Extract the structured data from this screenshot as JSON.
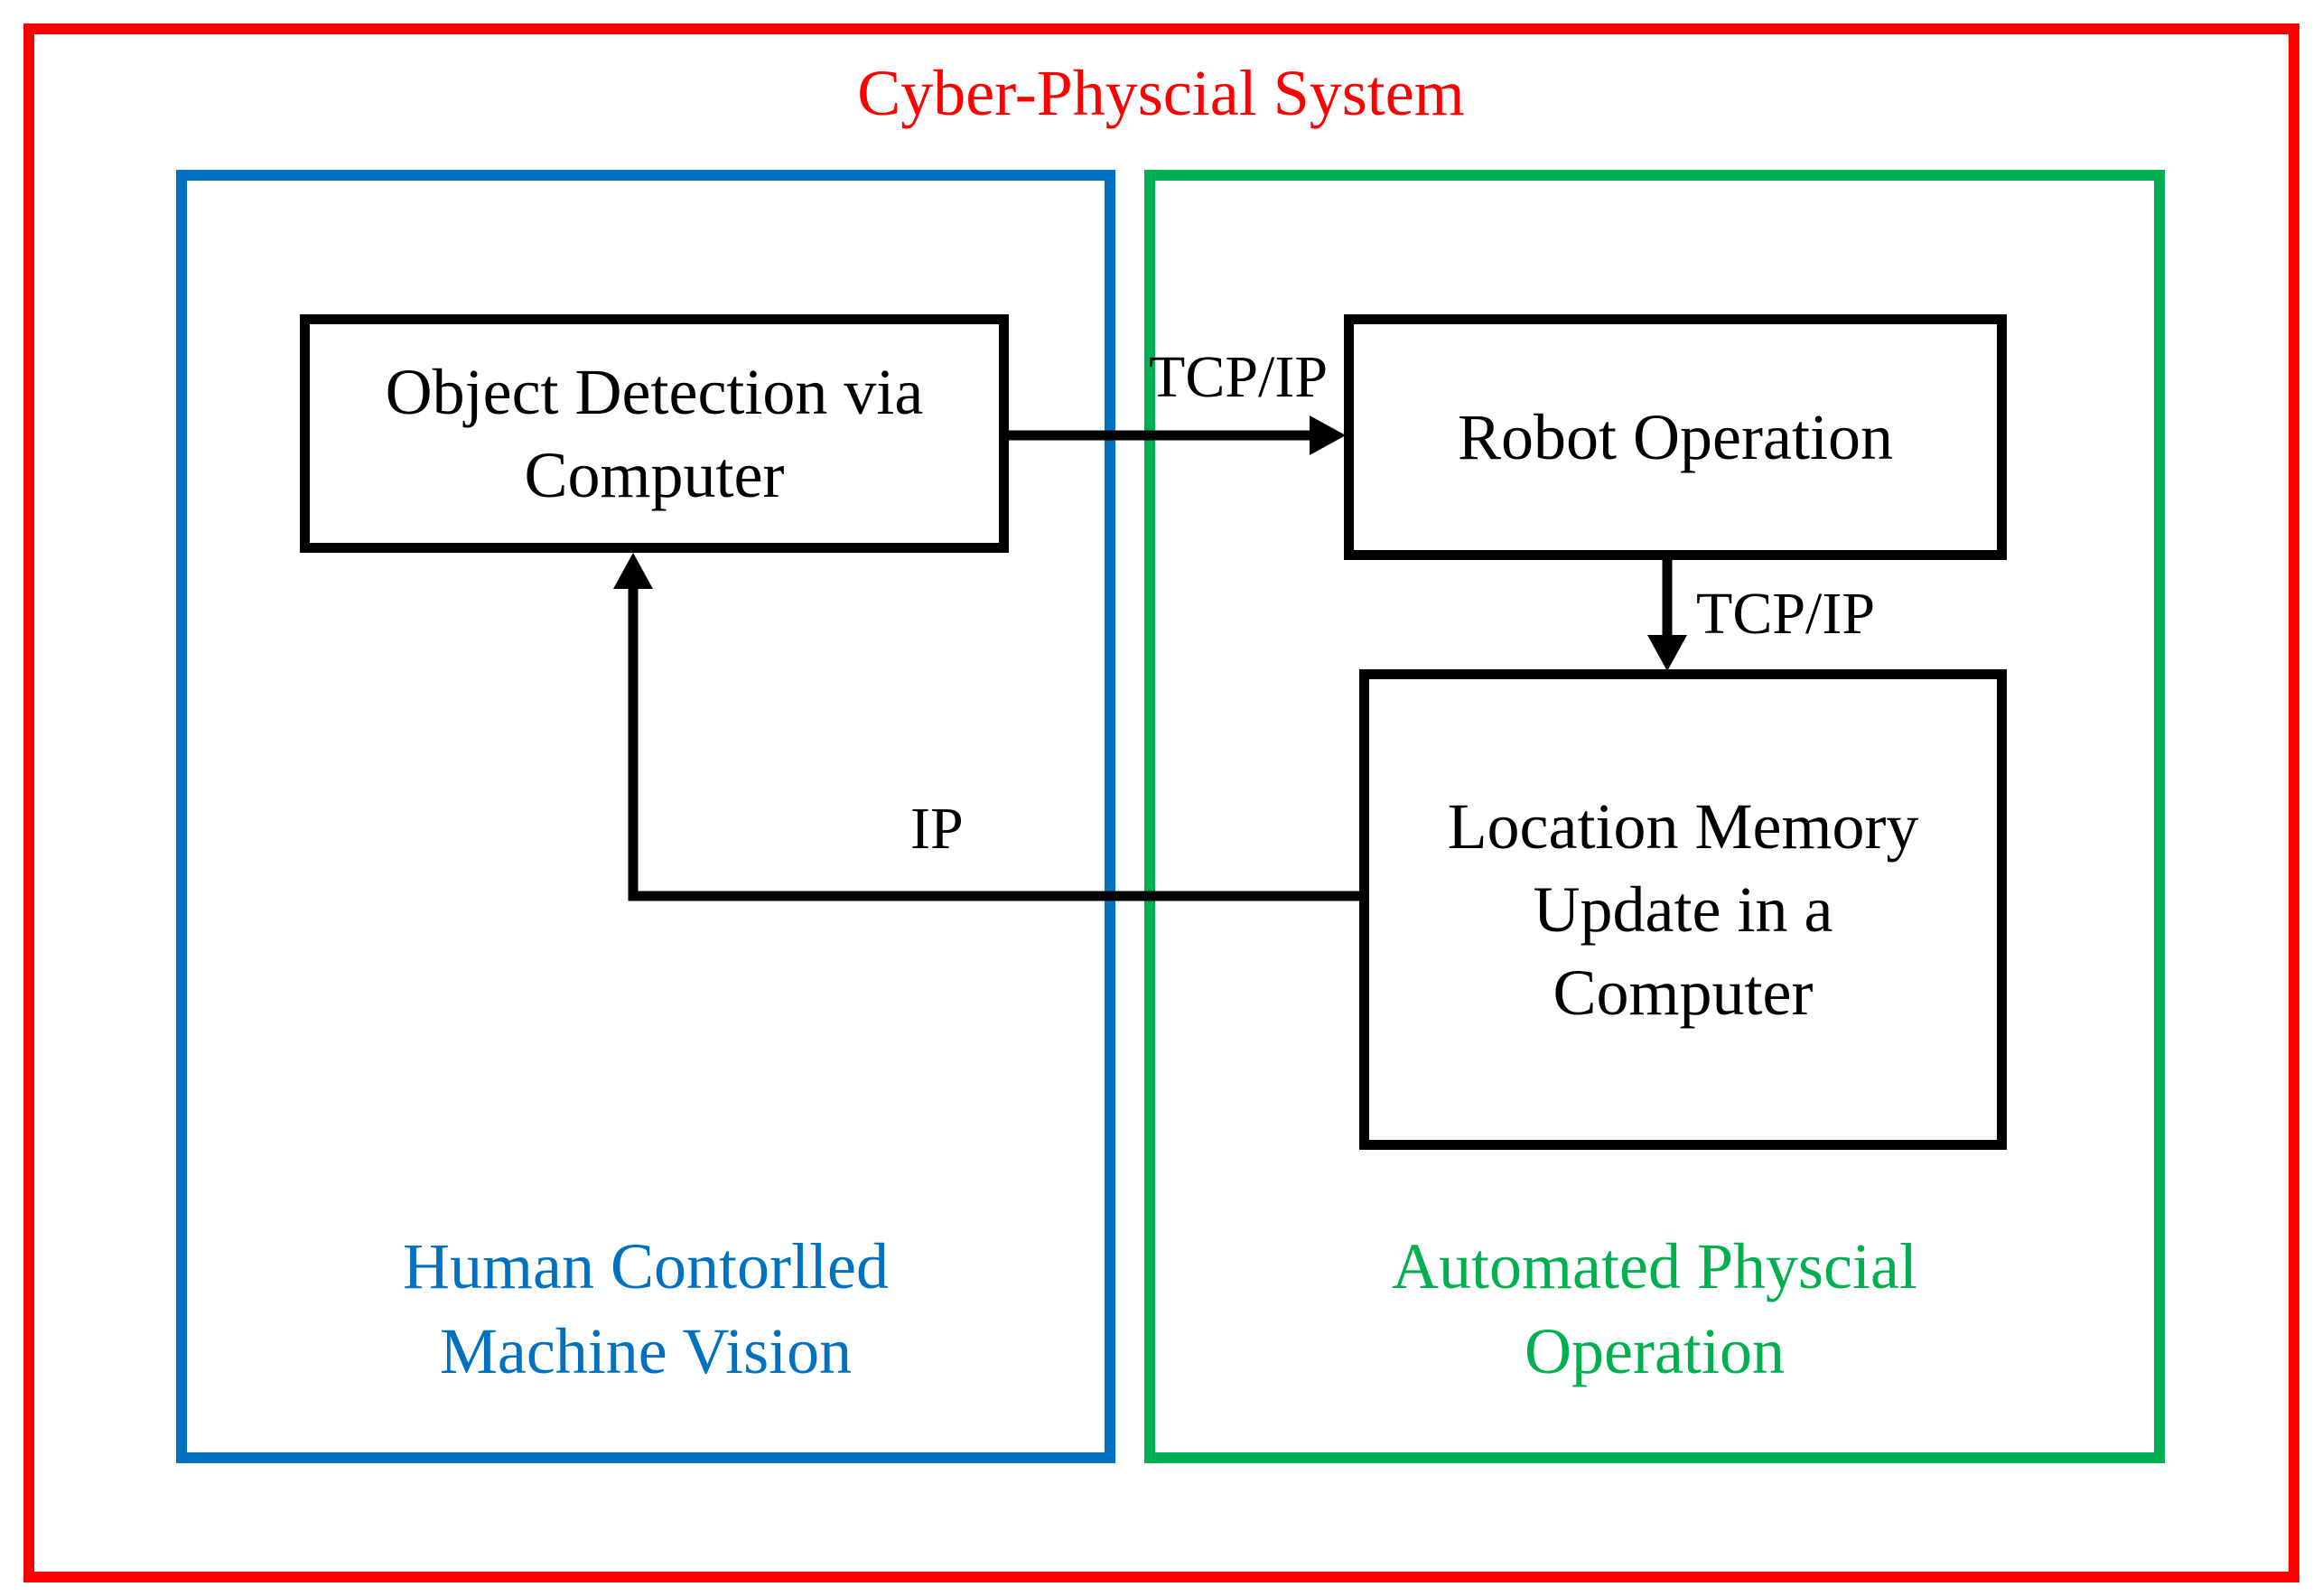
{
  "diagram": {
    "title": "Cyber-Physcial System",
    "colors": {
      "outer": "#ff0000",
      "left_group": "#0070c0",
      "right_group": "#00b050",
      "boxes": "#000000"
    },
    "groups": {
      "left": {
        "title": "Human Contorlled\nMachine Vision"
      },
      "right": {
        "title": "Automated Physcial\nOperation"
      }
    },
    "nodes": {
      "object_detection": "Object Detection via\nComputer",
      "robot_operation": "Robot Operation",
      "location_memory": "Location Memory\nUpdate in a\nComputer"
    },
    "edges": [
      {
        "from": "Object Detection via Computer",
        "to": "Robot Operation",
        "label": "TCP/IP"
      },
      {
        "from": "Robot Operation",
        "to": "Location Memory Update in a Computer",
        "label": "TCP/IP"
      },
      {
        "from": "Location Memory Update in a Computer",
        "to": "Object Detection via Computer",
        "label": "IP"
      }
    ]
  }
}
